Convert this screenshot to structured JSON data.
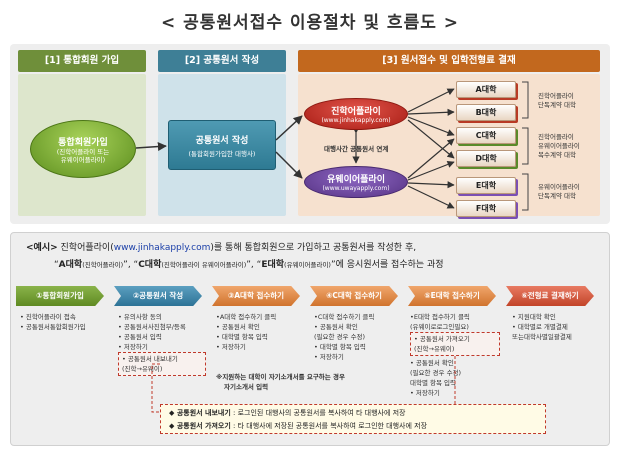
{
  "title": "< 공통원서접수 이용절차 및 흐름도 >",
  "flow": {
    "col1": {
      "header": "[1] 통합회원 가입",
      "node_title": "통합회원가입",
      "node_sub1": "(진학어플라이 또는",
      "node_sub2": "유웨이어플라이)"
    },
    "col2": {
      "header": "[2] 공통원서 작성",
      "node_title": "공통원서 작성",
      "node_sub": "(통합회원가입한 대행사)"
    },
    "col3": {
      "header": "[3] 원서접수 및 입학전형료 결재",
      "site1_name": "진학어플라이",
      "site1_url": "(www.jinhakapply.com)",
      "site2_name": "유웨이어플라이",
      "site2_url": "(www.uwayapply.com)",
      "link_label": "대행사간 공통원서 연계",
      "universities": [
        "A대학",
        "B대학",
        "C대학",
        "D대학",
        "E대학",
        "F대학"
      ],
      "groups": [
        [
          "진학어플라이",
          "단독계약 대학"
        ],
        [
          "진학어플라이",
          "유웨이어플라이",
          "복수계약 대학"
        ],
        [
          "유웨이어플라이",
          "단독계약 대학"
        ]
      ]
    }
  },
  "example": {
    "lead": "<예시>",
    "line1_a": " 진학어플라이(",
    "line1_url": "www.jinhakapply.com",
    "line1_b": ")를 통해 통합회원으로 가입하고 공통원서를 작성한 후,",
    "line2_q1": "“",
    "line2_a": "A대학",
    "line2_a_sub": "(진학어플라이)",
    "line2_sep1": "”, “",
    "line2_c": "C대학",
    "line2_c_sub": "(진학어플라이 유웨이어플라이)",
    "line2_sep2": "”, “",
    "line2_e": "E대학",
    "line2_e_sub": "(유웨이어플라이)",
    "line2_end": "”에 응시원서를 접수하는 과정",
    "steps": [
      "①통합회원가입",
      "②공통원서 작성",
      "③A대학 접수하기",
      "④C대학 접수하기",
      "⑤E대학 접수하기",
      "⑥전형료 결재하기"
    ],
    "step1_items": [
      "• 진학어플라이 접속",
      "• 공통원서통합회원가입"
    ],
    "step2_items": [
      "• 유의사항 동의",
      "• 공통원서사진첨부/등록",
      "• 공통원서 입력",
      "• 저장하기"
    ],
    "step2_box": [
      "• 공통원서 내보내기",
      "(진학→유웨이)"
    ],
    "step3_items": [
      "•A대학 접수하기 클릭",
      "• 공통원서 확인",
      "• 대학별 항목 입력",
      "• 저장하기"
    ],
    "step4_items": [
      "•C대학 접수하기 클릭",
      "• 공통원서 확인",
      "(필요한 경우 수정)",
      "• 대학별 항목 입력",
      "• 저장하기"
    ],
    "step5_items": [
      "•E대학 접수하기 클릭",
      "(유웨이로로그인필요)"
    ],
    "step5_box": [
      "• 공통원서 가져오기",
      "(진학→유웨이)"
    ],
    "step5_items2": [
      "• 공통원서 확인",
      "(필요한 경우 수정)",
      "대학별 항목 입력",
      "• 저장하기"
    ],
    "step6_items": [
      "• 지원대학 확인",
      "• 대학별로 개별결제",
      "또는대학사별일괄결제"
    ],
    "note": [
      "※지원하는 대학이 자기소개서를 요구하는 경우",
      "자기소개서 입력"
    ],
    "legend": [
      {
        "key": "◆ 공통원서 내보내기",
        "text": " : 로그인된 대행사의 공통원서를 복사하여 타 대행사에 저장"
      },
      {
        "key": "◆ 공통원서 가져오기",
        "text": " : 타 대행사에 저장된 공통원서를 복사하여 로그인한 대행사에 저장"
      }
    ]
  }
}
